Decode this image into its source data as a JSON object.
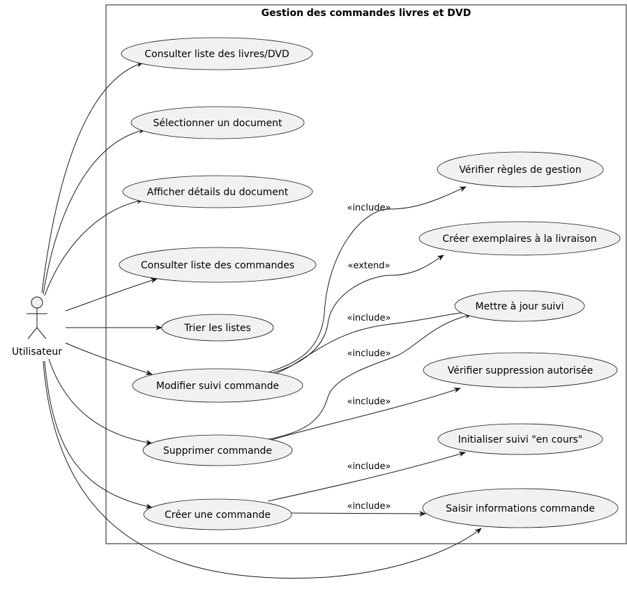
{
  "system": {
    "title": "Gestion des commandes livres et DVD"
  },
  "actor": {
    "name": "Utilisateur"
  },
  "use_cases": {
    "consulter_livres": "Consulter liste des livres/DVD",
    "selectionner_document": "Sélectionner un document",
    "afficher_details": "Afficher détails du document",
    "consulter_commandes": "Consulter liste des commandes",
    "trier_listes": "Trier les listes",
    "modifier_suivi": "Modifier suivi commande",
    "supprimer_commande": "Supprimer commande",
    "creer_commande": "Créer une commande",
    "verifier_regles": "Vérifier règles de gestion",
    "creer_exemplaires": "Créer exemplaires à la livraison",
    "mettre_a_jour_suivi": "Mettre à jour suivi",
    "verifier_suppression": "Vérifier suppression autorisée",
    "initialiser_suivi": "Initialiser suivi \"en cours\"",
    "saisir_informations": "Saisir informations commande"
  },
  "relations": {
    "modifier_include_regles": "«include»",
    "modifier_extend_exemplaires": "«extend»",
    "modifier_include_maj": "«include»",
    "supprimer_include_maj": "«include»",
    "supprimer_include_verif": "«include»",
    "creer_include_init": "«include»",
    "creer_include_saisir": "«include»"
  }
}
